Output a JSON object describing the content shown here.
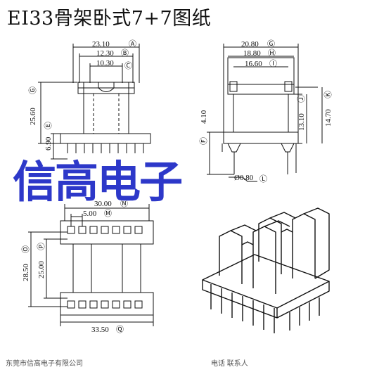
{
  "title": "EI33骨架卧式7+7图纸",
  "watermark": "信高电子",
  "front_view": {
    "d_width_outer": "23.10",
    "d_width_mid": "12.30",
    "d_width_inner": "10.30",
    "d_height_total": "25.60",
    "d_height_base": "6.90",
    "m_a": "Ⓐ",
    "m_b": "Ⓑ",
    "m_c": "Ⓒ",
    "m_g": "Ⓖ",
    "m_e": "Ⓔ"
  },
  "side_view": {
    "d_width_outer": "20.80",
    "d_width_mid": "18.80",
    "d_width_inner": "16.60",
    "d_pin_len": "4.10",
    "d_h1": "13.10",
    "d_h2": "14.70",
    "d_pin_dia": "Ø0.80",
    "m_g": "Ⓖ",
    "m_h": "Ⓗ",
    "m_i": "Ⓘ",
    "m_j": "Ⓙ",
    "m_k": "Ⓚ",
    "m_f": "Ⓕ",
    "m_l": "Ⓛ"
  },
  "bottom_view": {
    "d_width": "30.00",
    "d_pitch": "5.00",
    "d_height_outer": "28.50",
    "d_height_inner": "25.00",
    "d_base": "33.50",
    "m_n": "Ⓝ",
    "m_o": "Ⓞ",
    "m_p": "Ⓟ",
    "m_q": "Ⓠ",
    "m_m": "Ⓜ"
  },
  "footer": {
    "left": "东莞市信高电子有限公司",
    "right": "电话 联系人"
  }
}
